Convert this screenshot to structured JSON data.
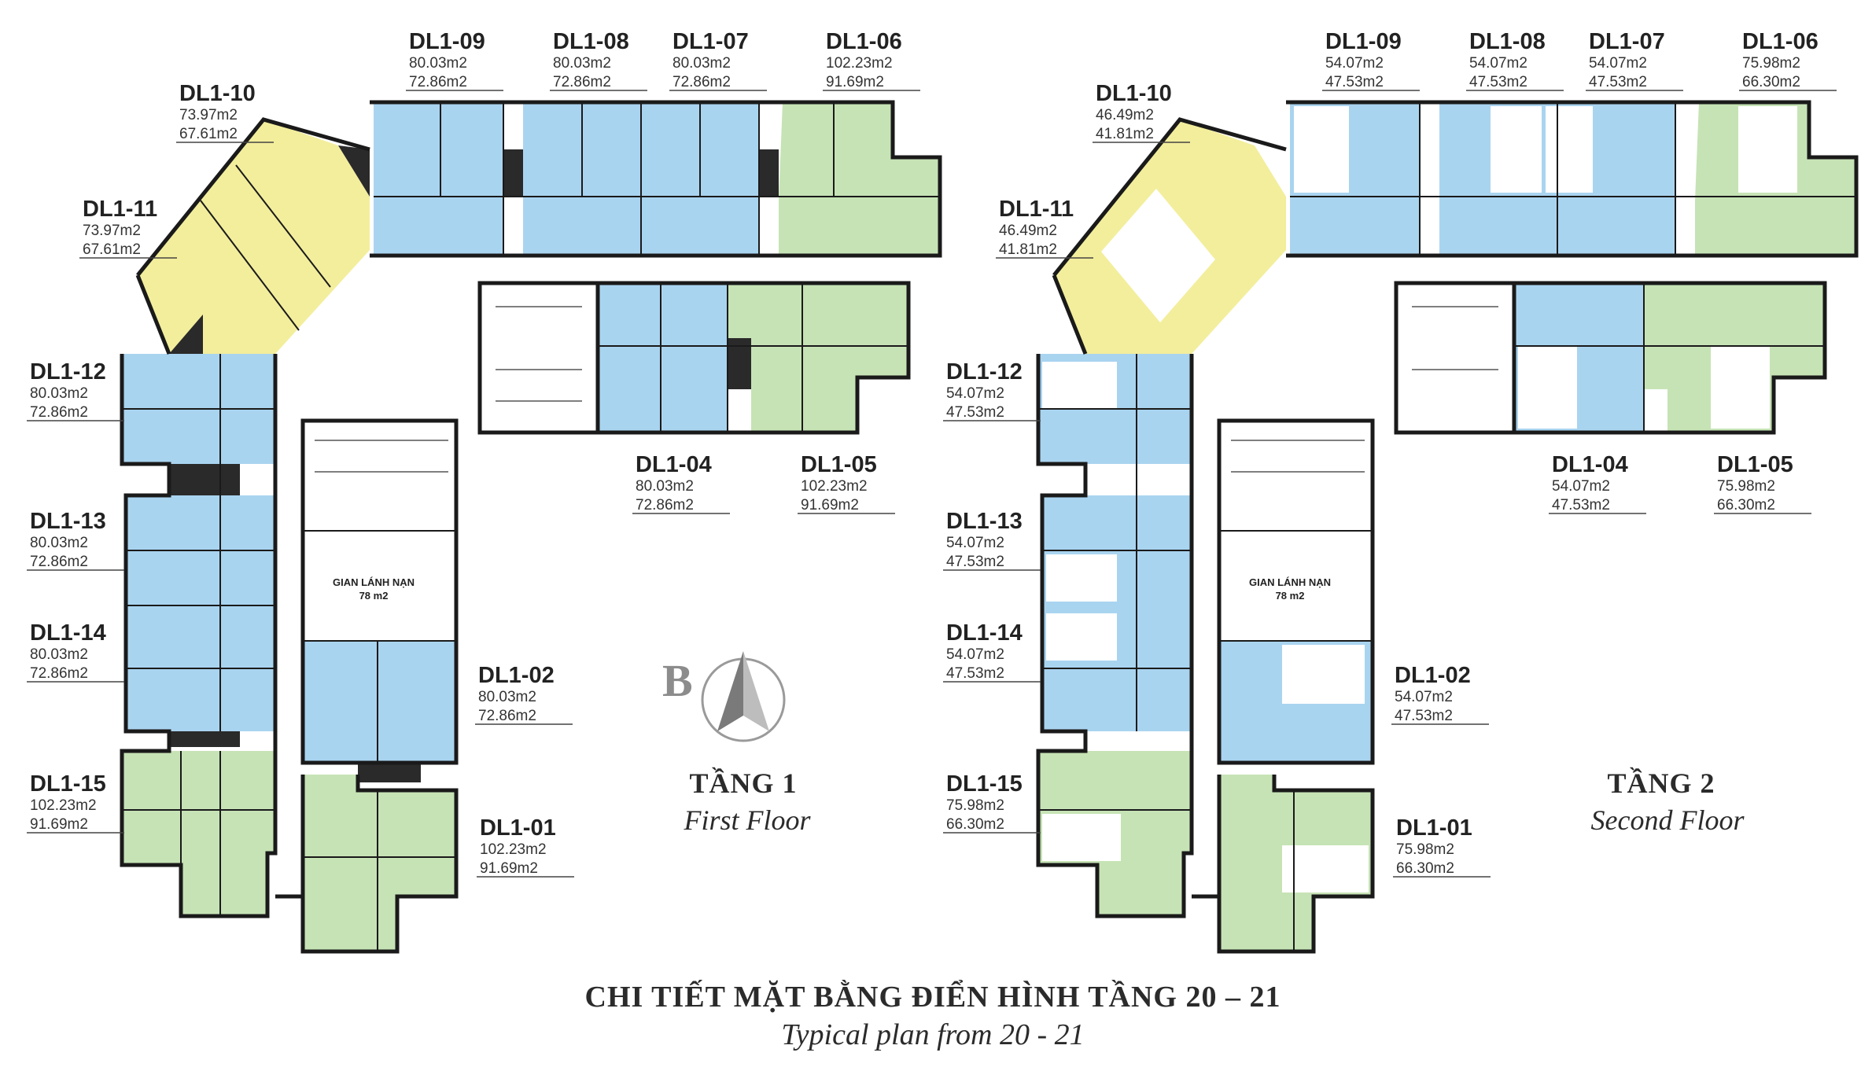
{
  "title": "CHI TIẾT MẶT BẰNG ĐIỂN HÌNH TẦNG 20 – 21",
  "subtitle": "Typical plan from 20 - 21",
  "block_label": "B",
  "compass": "compass-icon",
  "colors": {
    "blue": "#a9d4f0",
    "green": "#c6e3b5",
    "yellow": "#f3ee9c",
    "wall": "#1a1a1a",
    "compass": "#9a9a9a"
  },
  "floor1": {
    "title": "TẦNG 1",
    "subtitle": "First Floor",
    "common_area": {
      "label": "GIAN LÁNH NẠN",
      "area": "78 m2"
    },
    "units": [
      {
        "code": "DL1-01",
        "area1": "102.23m2",
        "area2": "91.69m2"
      },
      {
        "code": "DL1-02",
        "area1": "80.03m2",
        "area2": "72.86m2"
      },
      {
        "code": "DL1-04",
        "area1": "80.03m2",
        "area2": "72.86m2"
      },
      {
        "code": "DL1-05",
        "area1": "102.23m2",
        "area2": "91.69m2"
      },
      {
        "code": "DL1-06",
        "area1": "102.23m2",
        "area2": "91.69m2"
      },
      {
        "code": "DL1-07",
        "area1": "80.03m2",
        "area2": "72.86m2"
      },
      {
        "code": "DL1-08",
        "area1": "80.03m2",
        "area2": "72.86m2"
      },
      {
        "code": "DL1-09",
        "area1": "80.03m2",
        "area2": "72.86m2"
      },
      {
        "code": "DL1-10",
        "area1": "73.97m2",
        "area2": "67.61m2"
      },
      {
        "code": "DL1-11",
        "area1": "73.97m2",
        "area2": "67.61m2"
      },
      {
        "code": "DL1-12",
        "area1": "80.03m2",
        "area2": "72.86m2"
      },
      {
        "code": "DL1-13",
        "area1": "80.03m2",
        "area2": "72.86m2"
      },
      {
        "code": "DL1-14",
        "area1": "80.03m2",
        "area2": "72.86m2"
      },
      {
        "code": "DL1-15",
        "area1": "102.23m2",
        "area2": "91.69m2"
      }
    ]
  },
  "floor2": {
    "title": "TẦNG 2",
    "subtitle": "Second Floor",
    "common_area": {
      "label": "GIAN LÁNH NẠN",
      "area": "78 m2"
    },
    "units": [
      {
        "code": "DL1-01",
        "area1": "75.98m2",
        "area2": "66.30m2"
      },
      {
        "code": "DL1-02",
        "area1": "54.07m2",
        "area2": "47.53m2"
      },
      {
        "code": "DL1-04",
        "area1": "54.07m2",
        "area2": "47.53m2"
      },
      {
        "code": "DL1-05",
        "area1": "75.98m2",
        "area2": "66.30m2"
      },
      {
        "code": "DL1-06",
        "area1": "75.98m2",
        "area2": "66.30m2"
      },
      {
        "code": "DL1-07",
        "area1": "54.07m2",
        "area2": "47.53m2"
      },
      {
        "code": "DL1-08",
        "area1": "54.07m2",
        "area2": "47.53m2"
      },
      {
        "code": "DL1-09",
        "area1": "54.07m2",
        "area2": "47.53m2"
      },
      {
        "code": "DL1-10",
        "area1": "46.49m2",
        "area2": "41.81m2"
      },
      {
        "code": "DL1-11",
        "area1": "46.49m2",
        "area2": "41.81m2"
      },
      {
        "code": "DL1-12",
        "area1": "54.07m2",
        "area2": "47.53m2"
      },
      {
        "code": "DL1-13",
        "area1": "54.07m2",
        "area2": "47.53m2"
      },
      {
        "code": "DL1-14",
        "area1": "54.07m2",
        "area2": "47.53m2"
      },
      {
        "code": "DL1-15",
        "area1": "75.98m2",
        "area2": "66.30m2"
      }
    ]
  }
}
